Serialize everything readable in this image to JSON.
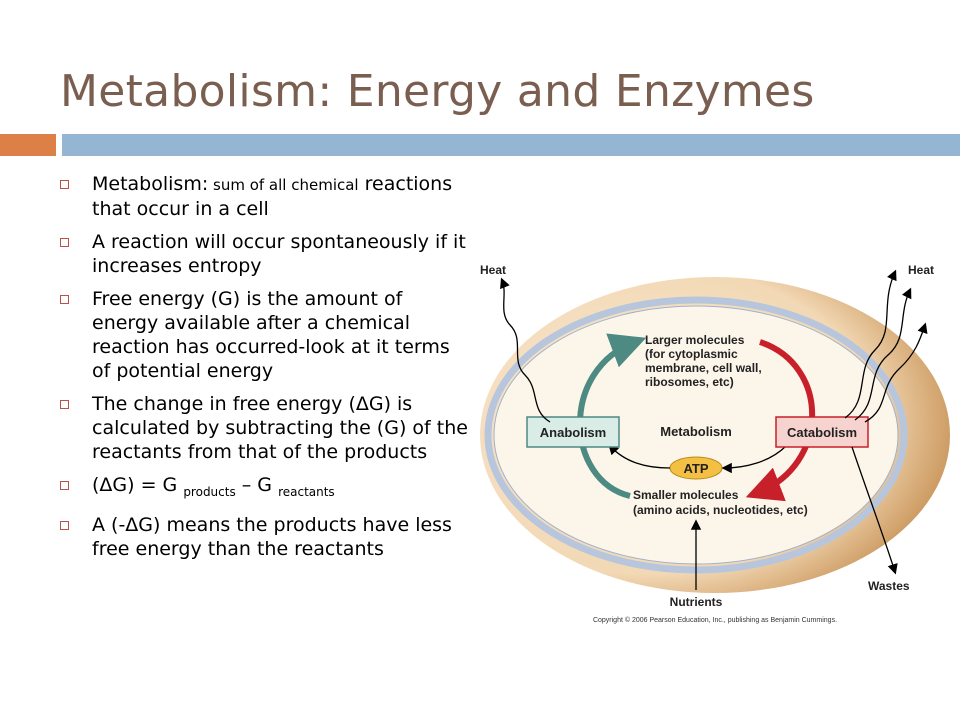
{
  "slide": {
    "title": "Metabolism: Energy and Enzymes",
    "bullets": [
      {
        "main": "Metabolism:",
        "small": " sum of all chemical",
        "rest": "reactions that occur in a cell"
      },
      {
        "text": "A reaction will occur spontaneously if it increases entropy"
      },
      {
        "text": "Free energy (G) is the amount of energy available after a chemical reaction has occurred-look at it terms of potential energy"
      },
      {
        "text": "The change in free energy (ΔG) is calculated by subtracting the (G) of the reactants from that of the products"
      },
      {
        "pre": "(ΔG) = G ",
        "sub1": "products",
        "mid": " –  G ",
        "sub2": "reactants"
      },
      {
        "text": "A (-ΔG) means the products have less free energy than the reactants"
      }
    ]
  },
  "diagram": {
    "heat_left": "Heat",
    "heat_right": "Heat",
    "larger_molecules": [
      "Larger molecules",
      "(for cytoplasmic",
      "membrane, cell wall,",
      "ribosomes, etc)"
    ],
    "anabolism": "Anabolism",
    "metabolism": "Metabolism",
    "catabolism": "Catabolism",
    "atp": "ATP",
    "smaller_molecules": [
      "Smaller molecules",
      "(amino acids, nucleotides, etc)"
    ],
    "nutrients": "Nutrients",
    "wastes": "Wastes",
    "copyright": "Copyright © 2006 Pearson Education, Inc., publishing as Benjamin Cummings.",
    "colors": {
      "anabolism": "#4c8a82",
      "catabolism": "#c8202a",
      "cell": "#f3dfc0",
      "membrane": "#b7c6dc"
    }
  }
}
